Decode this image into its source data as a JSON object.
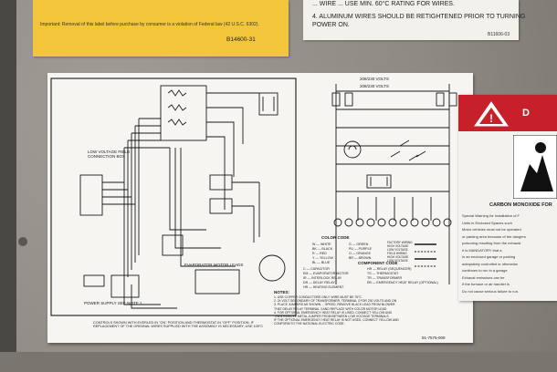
{
  "yellow_label": {
    "line1": "Important: Removal of this label before purchase by consumer is a violation of Federal law (42 U.S.C. 6302).",
    "code": "B14600-31"
  },
  "white_label": {
    "top_line": "... WIRE ... USE MIN. 60°C RATING FOR WIRES.",
    "item4_line1": "4. ALUMINUM WIRES SHOULD BE RETIGHTENED PRIOR TO TURNING",
    "item4_line2": "POWER ON.",
    "code": "B11606-03"
  },
  "diagram": {
    "volts_208": "208/230 VOLTS",
    "volts_208b": "208/230 VOLTS",
    "low_voltage_box": "LOW VOLTAGE FIELD CONNECTION BOX",
    "power_supply": "POWER SUPPLY SEE NOTE 1",
    "evap_leads": "EVAPORATOR MOTOR LEADS",
    "color_code": "COLOR CODE",
    "component_code": "COMPONENT CODE",
    "legend_left": [
      "W — WHITE",
      "BK — BLACK",
      "R — RED",
      "Y — YELLOW",
      "BL — BLUE"
    ],
    "legend_right": [
      "G — GREEN",
      "PU — PURPLE",
      "O — ORANGE",
      "BR — BROWN"
    ],
    "comp_left": [
      "C — CAPACITOR",
      "EM — EVAPORATOR MOTOR",
      "IR — INTERLOCK RELAY",
      "DR — DELAY RELAY",
      "HR — HEATING ELEMENT"
    ],
    "comp_right": [
      "HR — RELAY (SEQUENCER)",
      "TS — THERMOSTAT",
      "TR — TRANSFORMER",
      "EB — EMERGENCY HEAT RELAY (OPTIONAL)"
    ],
    "wiring_legend": [
      "FACTORY WIRING",
      "HIGH VOLTAGE",
      "LOW VOLTAGE",
      "FIELD WIRING",
      "HIGH VOLTAGE",
      "LOW VOLTAGE"
    ],
    "notes_title": "NOTES:",
    "notes": [
      "1. USE COPPER CONDUCTORS ONLY. WIRE MUST BE 75°C.",
      "2. 24 VOLT SECONDARY OF TRANSFORMER. TERMINAL 3 FOR 230 VOLTS AND ON",
      "3. PLACE JUMPERS AS SHOWN ... SPEED, REMOVE BLACK LEAD FROM BLOWER",
      "THAT DELAY RELAY TERMINAL 3 AND REPLACE WITH COLOR MOTOR LEAD",
      "4. FOR OPTIONAL EMERGENCY HEAT RELAY IS USED, CONNECT YELLOW AND",
      "THEN REMOVE METAL JUMPER FROM BETWEEN LOW VOLTAGE TERMINALS",
      "IF THE OPTIONAL EMERGENCY HEAT RELAY IS NOT USED, CONNECT YELLOW AND",
      "CONFORM TO THE NATIONAL ELECTRIC CODE."
    ],
    "bottom_note": "CONTROLS SHOWN WITH EVERLED IN \"ON\" POSITION AND THERMOSTAT IN \"OFF\" POSITION. IF REPLACEMENT OF THE ORIGINAL WIRES SUPPLIED WITH THE ASSEMBLY IS NECESSARY, USE 105°C",
    "part_no": "91-7575-009"
  },
  "warning": {
    "title": "D",
    "co_title": "CARBON MONOXIDE FOR",
    "lines": [
      "Special Warning for Installation of F",
      "Units in Enclosed Spaces such",
      "Motor vehicles must not be operated",
      "or parking area because of the dangers",
      "poisoning resulting from the exhaust",
      "It is MANDATORY that a",
      "in an enclosed garage or parking",
      "adequately controlled or otherwise",
      "continues to run in a garage",
      "Exhaust emissions can be",
      "If the furnace or air handler is",
      "Do not cause serious failure to run."
    ]
  },
  "colors": {
    "yellow_label": "#f3c53a",
    "warning_red": "#c8202a",
    "cabinet": "#8d8a84",
    "paper": "#f6f5f2"
  }
}
